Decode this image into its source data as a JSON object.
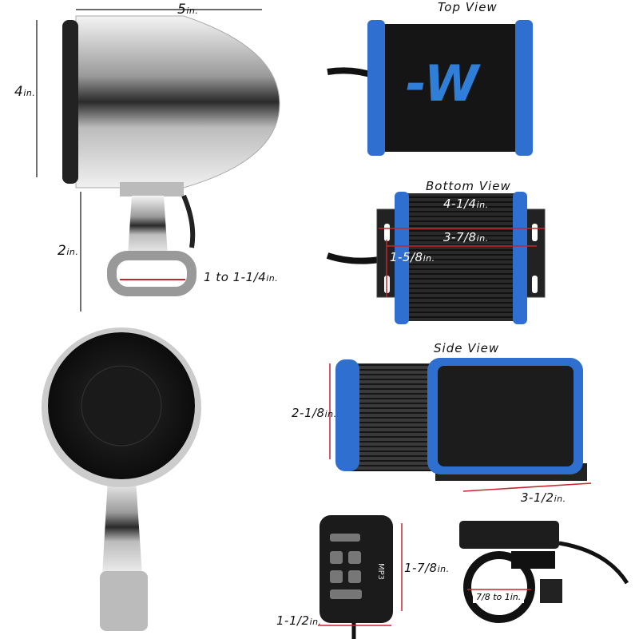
{
  "colors": {
    "accent_blue": "#2f6fd0",
    "dimension_red": "#c8242c",
    "chrome": "#c9c9c9",
    "housing": "#1c1c1c"
  },
  "speaker_side": {
    "width": {
      "value": "5",
      "unit": "in."
    },
    "height": {
      "value": "4",
      "unit": "in."
    },
    "mount_height": {
      "value": "2",
      "unit": "in."
    },
    "clamp": {
      "value": "1 to 1-1/4",
      "unit": "in."
    }
  },
  "top_view": {
    "title": "Top View",
    "logo": "-W"
  },
  "bottom_view": {
    "title": "Bottom View",
    "length": {
      "value": "4-1/4",
      "unit": "in."
    },
    "inner_length": {
      "value": "3-7/8",
      "unit": "in."
    },
    "depth": {
      "value": "1-5/8",
      "unit": "in."
    }
  },
  "side_view": {
    "title": "Side View",
    "height": {
      "value": "2-1/8",
      "unit": "in."
    },
    "length": {
      "value": "3-1/2",
      "unit": "in."
    }
  },
  "remote": {
    "label": "MP3",
    "height": {
      "value": "1-7/8",
      "unit": "in."
    },
    "width": {
      "value": "1-1/2",
      "unit": "in."
    }
  },
  "remote_clamp": {
    "label": "7/8 to 1in."
  }
}
